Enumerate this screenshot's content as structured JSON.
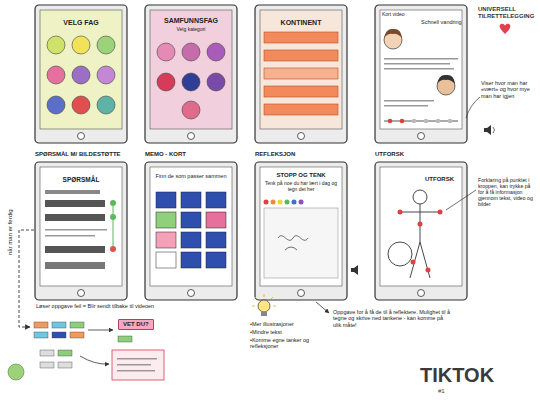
{
  "diagram": {
    "nodes": [
      {
        "text": [
          "VELG FAG"
        ]
      },
      {
        "text": [
          "SAMFUNNSFAG",
          "Velg kategori"
        ]
      },
      {
        "text": [
          "KONTINENT"
        ]
      },
      {
        "text": [
          "Kort video",
          "Schnell vandring"
        ]
      },
      {
        "text": [
          "SPØRSMÅL M/ BILDESTØTTE",
          "SPØRSMÅL"
        ]
      },
      {
        "text": [
          "MEMO - KORT",
          "Finn de som passer sammen"
        ]
      },
      {
        "text": [
          "REFLEKSJON",
          "STOPP OG TENK",
          "Tenk på noe du har lært i dag og tegn det her"
        ]
      },
      {
        "text": [
          "UTFORSK",
          "UTFORSK"
        ]
      },
      {
        "text": [
          "VET DU?"
        ]
      }
    ],
    "labels": [
      "UNIVERSELL TILRETTELEGGING",
      "Viser hvor man har «vært» og hvor mye man har igjen",
      "Forklaring på punktet i kroppen, kan trykke på for å få informasjon gjennom tekst, video og bilder",
      "når man er ferdig",
      "Løser oppgave feil = Blir sendt tilbake til videoen",
      "Oppgave for å få de til å reflektere. Mulighet til å tegne og skrive ned tankene - kan komme på ulik måte!",
      "•Mer illustrasjoner",
      "•Mindre tekst",
      "•Komme egne tanker og refleksjoner",
      "TIKTOK",
      "#1"
    ]
  }
}
